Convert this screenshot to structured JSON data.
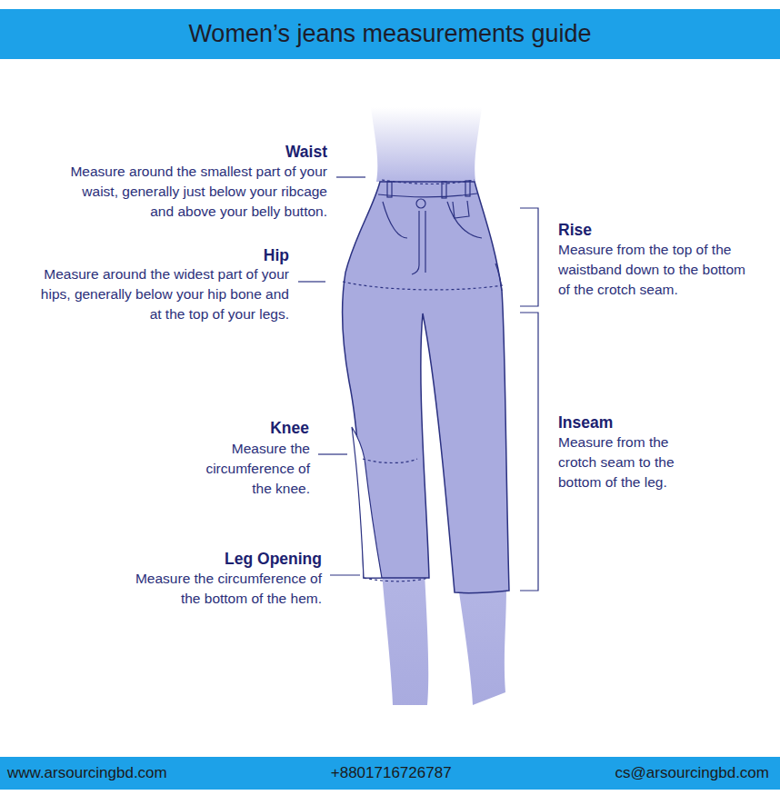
{
  "diagram": {
    "title": "Women’s jeans measurements guide",
    "nodes": [
      {
        "text": [
          "www.arsourcingbd.com",
          "+8801716726787",
          "cs@arsourcingbd.com"
        ]
      }
    ],
    "labels": [
      "Waist",
      "Measure around the smallest part of your waist, generally just below your ribcage and above your belly button.",
      "Hip",
      "Measure around the widest part of your hips, generally below your hip bone and at the top of your legs.",
      "Knee",
      "Measure the circumference of the knee.",
      "Leg Opening",
      "Measure the circumference of the bottom of the hem.",
      "Rise",
      "Measure from the top of the waistband down to the bottom of the crotch seam.",
      "Inseam",
      "Measure from the crotch seam to the bottom of the leg."
    ]
  }
}
